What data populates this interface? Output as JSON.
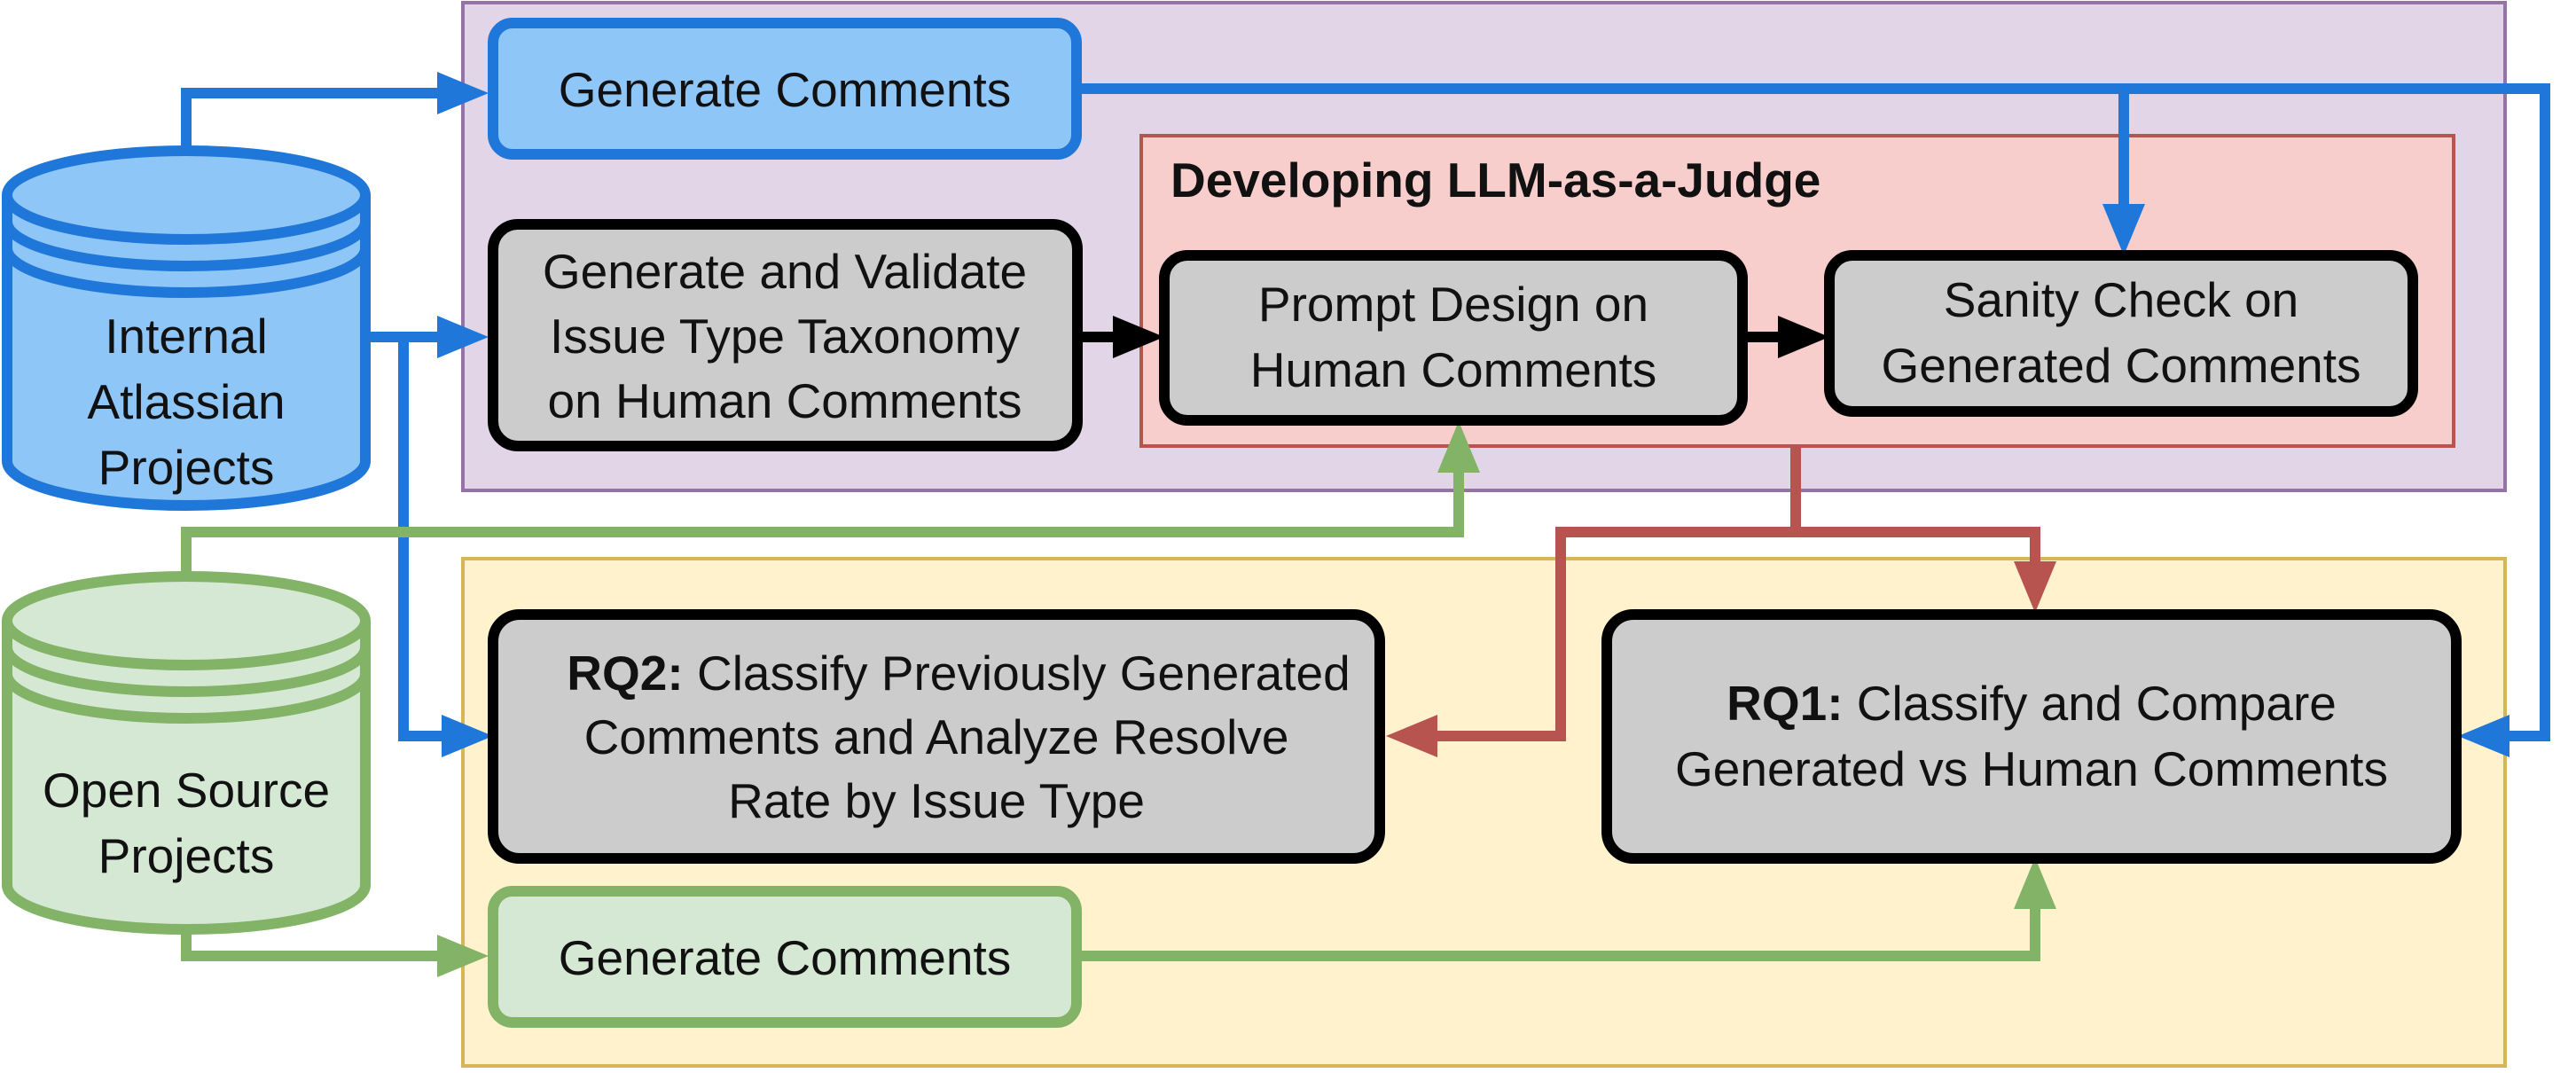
{
  "colors": {
    "blue": "#1f77d9",
    "blue_fill": "#8ec6f7",
    "green": "#82b366",
    "green_fill": "#d5e8d4",
    "red": "#b85450",
    "red_fill": "#f8cecc",
    "purple": "#9673a6",
    "purple_fill": "#e1d5e7",
    "yellow": "#d6b656",
    "yellow_fill": "#fff2cc",
    "gray_fill": "#cccccc",
    "black": "#000000"
  },
  "sources": {
    "internal": {
      "line1": "Internal",
      "line2": "Atlassian",
      "line3": "Projects"
    },
    "open_source": {
      "line1": "Open Source",
      "line2": "Projects"
    }
  },
  "boxes": {
    "generate_comments_top": {
      "label": "Generate Comments"
    },
    "taxonomy": {
      "line1": "Generate and Validate",
      "line2": "Issue Type Taxonomy",
      "line3": "on Human Comments"
    },
    "judge_group": {
      "title": "Developing LLM-as-a-Judge"
    },
    "prompt_design": {
      "line1": "Prompt Design on",
      "line2": "Human Comments"
    },
    "sanity_check": {
      "line1": "Sanity Check on",
      "line2": "Generated Comments"
    },
    "rq2": {
      "prefix": "RQ2:",
      "line1": " Classify Previously Generated",
      "line2": "Comments and Analyze Resolve",
      "line3": "Rate by Issue Type"
    },
    "rq1": {
      "prefix": "RQ1:",
      "line1": " Classify and Compare",
      "line2": "Generated vs Human Comments"
    },
    "generate_comments_bottom": {
      "label": "Generate Comments"
    }
  }
}
